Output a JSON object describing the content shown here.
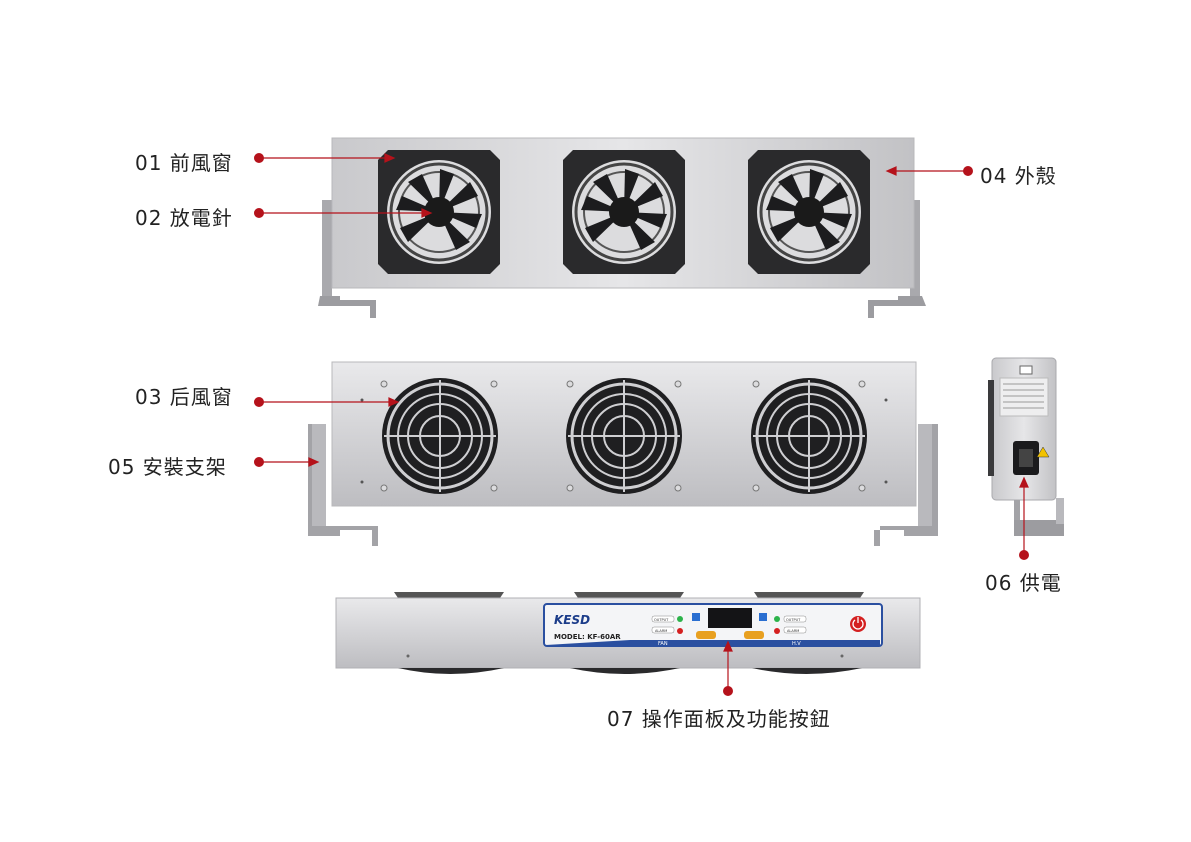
{
  "labels": {
    "front_window": "01 前風窗",
    "discharge_needle": "02 放電針",
    "rear_window": "03 后風窗",
    "housing": "04 外殼",
    "bracket": "05 安裝支架",
    "power": "06 供電",
    "panel": "07 操作面板及功能按鈕"
  },
  "panel": {
    "brand": "KESD",
    "model": "MODEL: KF-60AR",
    "output": "OUTPUT",
    "alarm": "ALARM",
    "fan": "FAN",
    "hv": "H.V"
  },
  "colors": {
    "accent": "#b5121b",
    "steel": "#d8d8da",
    "panel_blue": "#2a4fa0"
  }
}
